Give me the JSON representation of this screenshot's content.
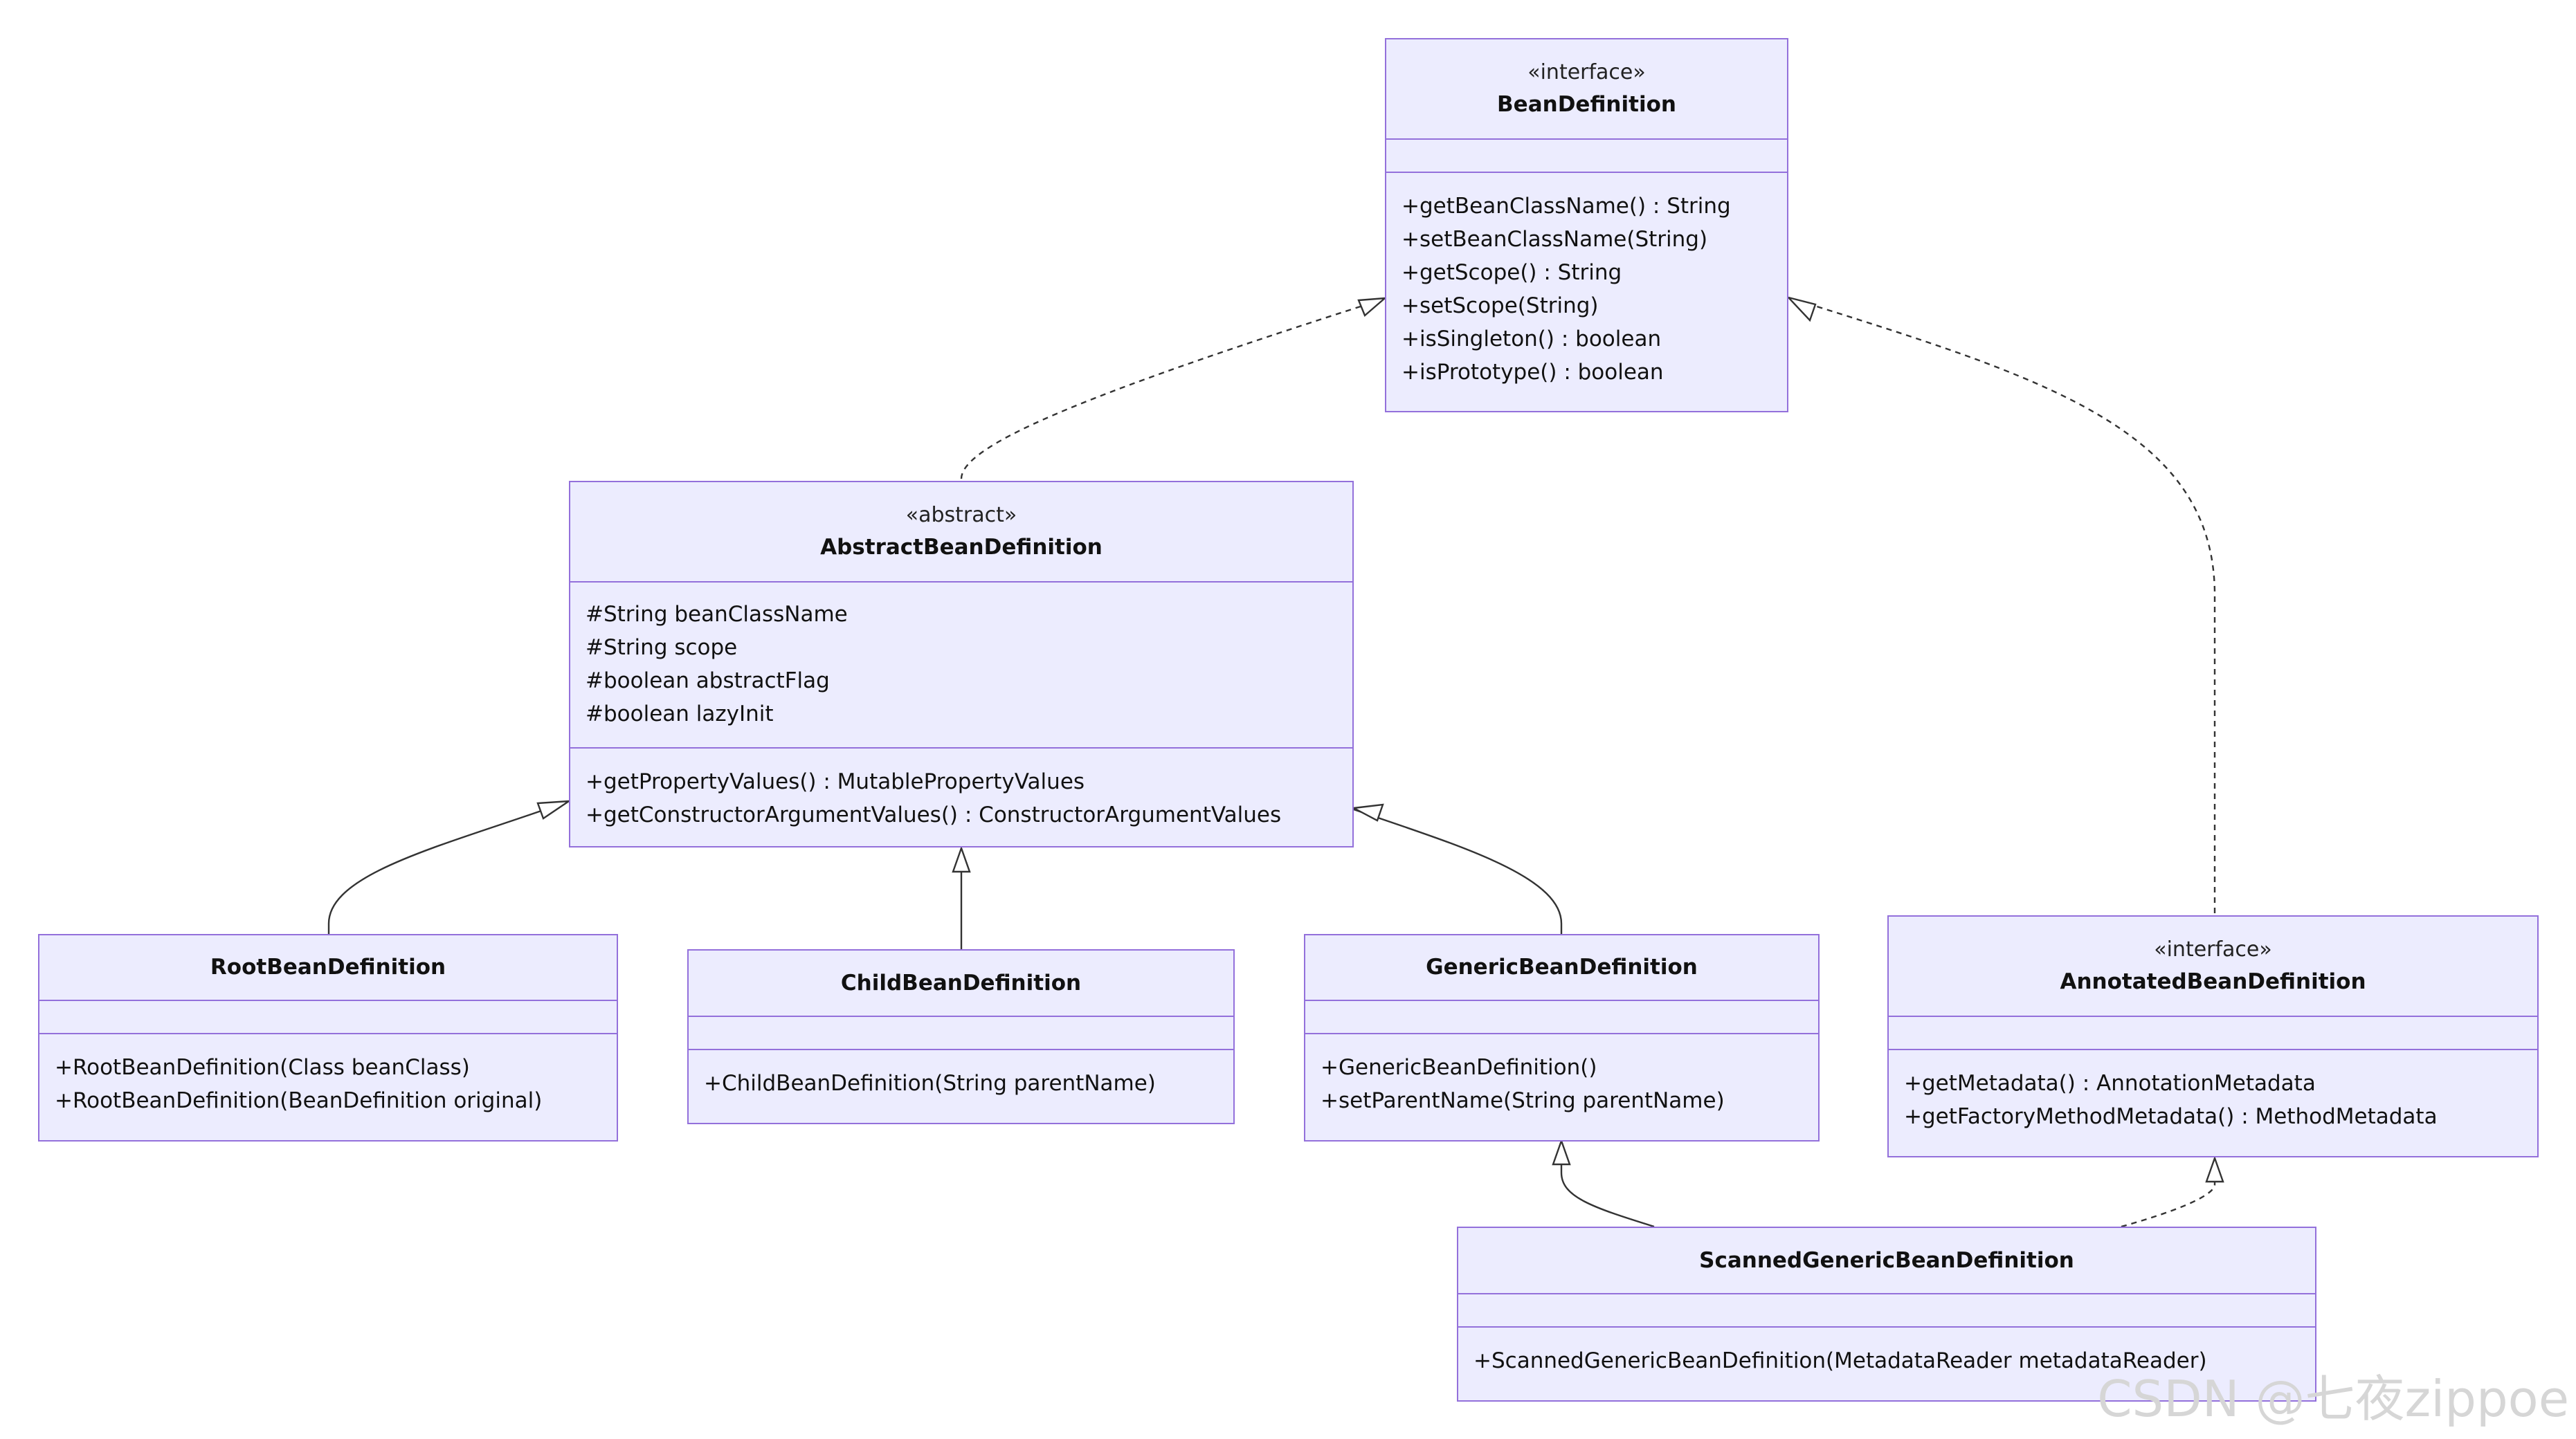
{
  "classes": {
    "beanDefinition": {
      "stereotype": "«interface»",
      "name": "BeanDefinition",
      "attributes": [],
      "methods": [
        "+getBeanClassName() : String",
        "+setBeanClassName(String)",
        "+getScope() : String",
        "+setScope(String)",
        "+isSingleton() : boolean",
        "+isPrototype() : boolean"
      ]
    },
    "abstractBeanDefinition": {
      "stereotype": "«abstract»",
      "name": "AbstractBeanDefinition",
      "attributes": [
        "#String beanClassName",
        "#String scope",
        "#boolean abstractFlag",
        "#boolean lazyInit"
      ],
      "methods": [
        "+getPropertyValues() : MutablePropertyValues",
        "+getConstructorArgumentValues() : ConstructorArgumentValues"
      ]
    },
    "rootBeanDefinition": {
      "name": "RootBeanDefinition",
      "attributes": [],
      "methods": [
        "+RootBeanDefinition(Class beanClass)",
        "+RootBeanDefinition(BeanDefinition original)"
      ]
    },
    "childBeanDefinition": {
      "name": "ChildBeanDefinition",
      "attributes": [],
      "methods": [
        "+ChildBeanDefinition(String parentName)"
      ]
    },
    "genericBeanDefinition": {
      "name": "GenericBeanDefinition",
      "attributes": [],
      "methods": [
        "+GenericBeanDefinition()",
        "+setParentName(String parentName)"
      ]
    },
    "annotatedBeanDefinition": {
      "stereotype": "«interface»",
      "name": "AnnotatedBeanDefinition",
      "attributes": [],
      "methods": [
        "+getMetadata() : AnnotationMetadata",
        "+getFactoryMethodMetadata() : MethodMetadata"
      ]
    },
    "scannedGenericBeanDefinition": {
      "name": "ScannedGenericBeanDefinition",
      "attributes": [],
      "methods": [
        "+ScannedGenericBeanDefinition(MetadataReader metadataReader)"
      ]
    }
  },
  "relations": [
    {
      "from": "abstractBeanDefinition",
      "to": "beanDefinition",
      "type": "realization"
    },
    {
      "from": "annotatedBeanDefinition",
      "to": "beanDefinition",
      "type": "realization"
    },
    {
      "from": "rootBeanDefinition",
      "to": "abstractBeanDefinition",
      "type": "inheritance"
    },
    {
      "from": "childBeanDefinition",
      "to": "abstractBeanDefinition",
      "type": "inheritance"
    },
    {
      "from": "genericBeanDefinition",
      "to": "abstractBeanDefinition",
      "type": "inheritance"
    },
    {
      "from": "scannedGenericBeanDefinition",
      "to": "genericBeanDefinition",
      "type": "inheritance"
    },
    {
      "from": "scannedGenericBeanDefinition",
      "to": "annotatedBeanDefinition",
      "type": "realization"
    }
  ],
  "colors": {
    "fill": "#ececfe",
    "border": "#9370db",
    "edge": "#333333"
  },
  "watermark": "CSDN @七夜zippoe"
}
